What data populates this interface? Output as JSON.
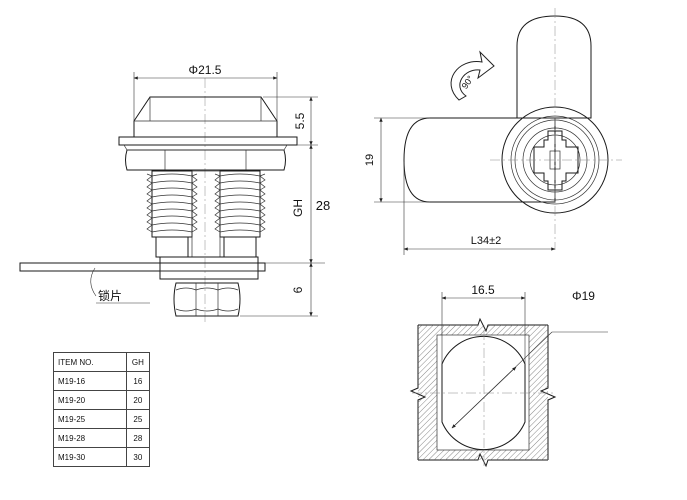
{
  "dimensions": {
    "diameter_head": "Φ21.5",
    "height_head": "5.5",
    "gh_label": "GH",
    "gh_value": "28",
    "nut_height": "6",
    "body_width": "19",
    "length": "L34±2",
    "rotation": "90°",
    "flat_width": "16.5",
    "hole_diameter": "Φ19"
  },
  "labels": {
    "lock_plate": "锁片"
  },
  "table": {
    "headers": [
      "ITEM NO.",
      "GH"
    ],
    "rows": [
      {
        "item": "M19-16",
        "gh": "16"
      },
      {
        "item": "M19-20",
        "gh": "20"
      },
      {
        "item": "M19-25",
        "gh": "25"
      },
      {
        "item": "M19-28",
        "gh": "28"
      },
      {
        "item": "M19-30",
        "gh": "30"
      }
    ]
  }
}
